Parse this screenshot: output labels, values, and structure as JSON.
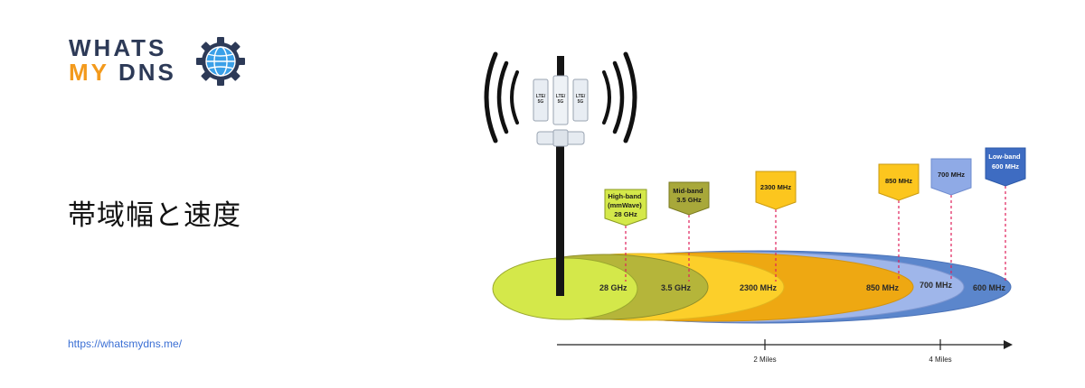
{
  "logo": {
    "line1": "WHATS",
    "line2_left": "MY",
    "line2_right": "DNS",
    "colors": {
      "dark": "#2d3a57",
      "orange": "#f39a1c",
      "globe": "#3aa0e8"
    }
  },
  "page_title": "帯域幅と速度",
  "site_url": "https://whatsmydns.me/",
  "tower": {
    "panel_labels": [
      "LTE/\n5G",
      "LTE/\n5G",
      "LTE/\n5G"
    ]
  },
  "bands": [
    {
      "name": "High-band (mmWave) 28 GHz",
      "marker_lines": [
        "High-band",
        "(mmWave)",
        "28 GHz"
      ],
      "ellipse_label": "28 GHz",
      "color": "#d4e84a",
      "marker_color": "#d4e84a",
      "marker_text": "#1a1a1a"
    },
    {
      "name": "Mid-band 3.5 GHz",
      "marker_lines": [
        "Mid-band",
        "3.5 GHz"
      ],
      "ellipse_label": "3.5 GHz",
      "color": "#b5b53a",
      "marker_color": "#a8a83a",
      "marker_text": "#1a1a1a"
    },
    {
      "name": "2300 MHz",
      "marker_lines": [
        "2300 MHz"
      ],
      "ellipse_label": "2300 MHz",
      "color": "#fccf2a",
      "marker_color": "#fcc61e",
      "marker_text": "#1a1a1a"
    },
    {
      "name": "850 MHz",
      "marker_lines": [
        "850 MHz"
      ],
      "ellipse_label": "850 MHz",
      "color": "#eea812",
      "marker_color": "#fcc61e",
      "marker_text": "#1a1a1a"
    },
    {
      "name": "700 MHz",
      "marker_lines": [
        "700 MHz"
      ],
      "ellipse_label": "700 MHz",
      "color": "#9fb6ea",
      "marker_color": "#8faae6",
      "marker_text": "#1a1a1a"
    },
    {
      "name": "Low-band 600 MHz",
      "marker_lines": [
        "Low-band",
        "600 MHz"
      ],
      "ellipse_label": "600 MHz",
      "color": "#5b86cc",
      "marker_color": "#3e6cc2",
      "marker_text": "#ffffff"
    }
  ],
  "distance_axis": {
    "ticks": [
      "2 Miles",
      "4 Miles"
    ]
  }
}
